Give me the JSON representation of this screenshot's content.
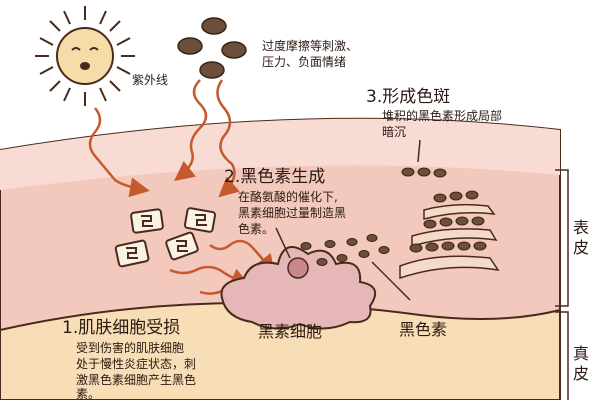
{
  "labels": {
    "uv": "紫外线",
    "irritants": [
      "过度摩擦等刺激、",
      "压力、负面情绪"
    ],
    "step3_title": "3.形成色斑",
    "step3_desc": [
      "堆积的黑色素形成局部",
      "暗沉"
    ],
    "step2_title": "2.黑色素生成",
    "step2_desc": [
      "在酪氨酸的催化下,",
      "黑素细胞过量制造黑",
      "色素。"
    ],
    "step1_title": "1.肌肤细胞受损",
    "step1_desc": [
      "受到伤害的肌肤细胞",
      "处于慢性炎症状态，刺",
      "激黑色素细胞产生黑色",
      "素。"
    ],
    "melanocyte": "黑素细胞",
    "melanin": "黑色素",
    "epidermis": "表皮",
    "dermis": "真皮"
  },
  "colors": {
    "epidermis_fill": "#f3c9bd",
    "epidermis_top": "#f8dcd4",
    "dermis_fill": "#f7deb7",
    "melanocyte_fill": "#e6b7b7",
    "outline": "#4a2a1c",
    "pigment": "#6b4f3a",
    "arrow": "#c55a2e",
    "sun": "#f5dca8"
  }
}
